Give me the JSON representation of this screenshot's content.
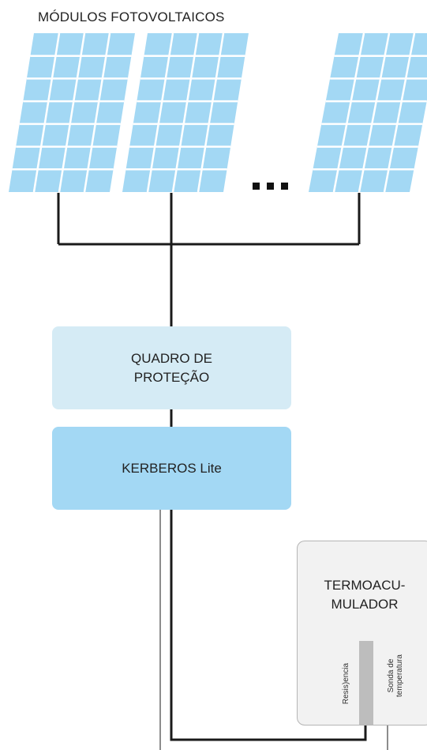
{
  "diagram": {
    "title": "MÓDULOS FOTOVOLTAICOS",
    "ellipsis": "...",
    "quadro": {
      "label": "QUADRO DE\nPROTEÇÃO"
    },
    "kerberos": {
      "label": "KERBEROS Lite"
    },
    "termoacumulador": {
      "label": "TERMOACU-\nMULADOR",
      "resistencia": "Resis)encia",
      "sonda": "Sonda de\ntemperatura"
    },
    "colors": {
      "panel_fill": "#a3d8f4",
      "panel_grid": "#ffffff",
      "quadro_fill": "#d5ebf5",
      "kerberos_fill": "#a3d8f4",
      "tank_fill": "#f2f2f2",
      "resistance_bar": "#bdbdbd",
      "wire": "#1a1a1a"
    }
  }
}
